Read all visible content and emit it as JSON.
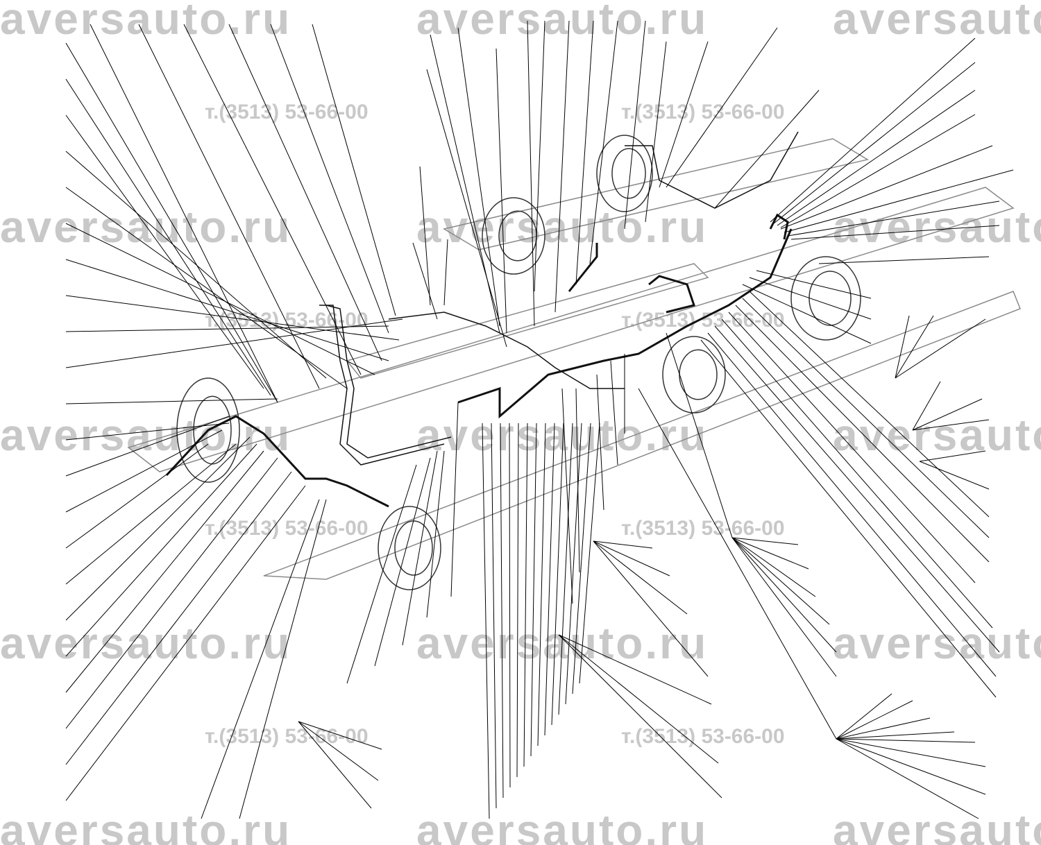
{
  "watermarks": {
    "site": "aversauto.ru",
    "phone": "т.(3513) 53-66-00"
  },
  "diagram": {
    "subject": "brake-pipeline-chassis",
    "colors": {
      "line": "#111111",
      "frame": "#9a9a9a",
      "watermark": "#d2d2d2"
    }
  }
}
